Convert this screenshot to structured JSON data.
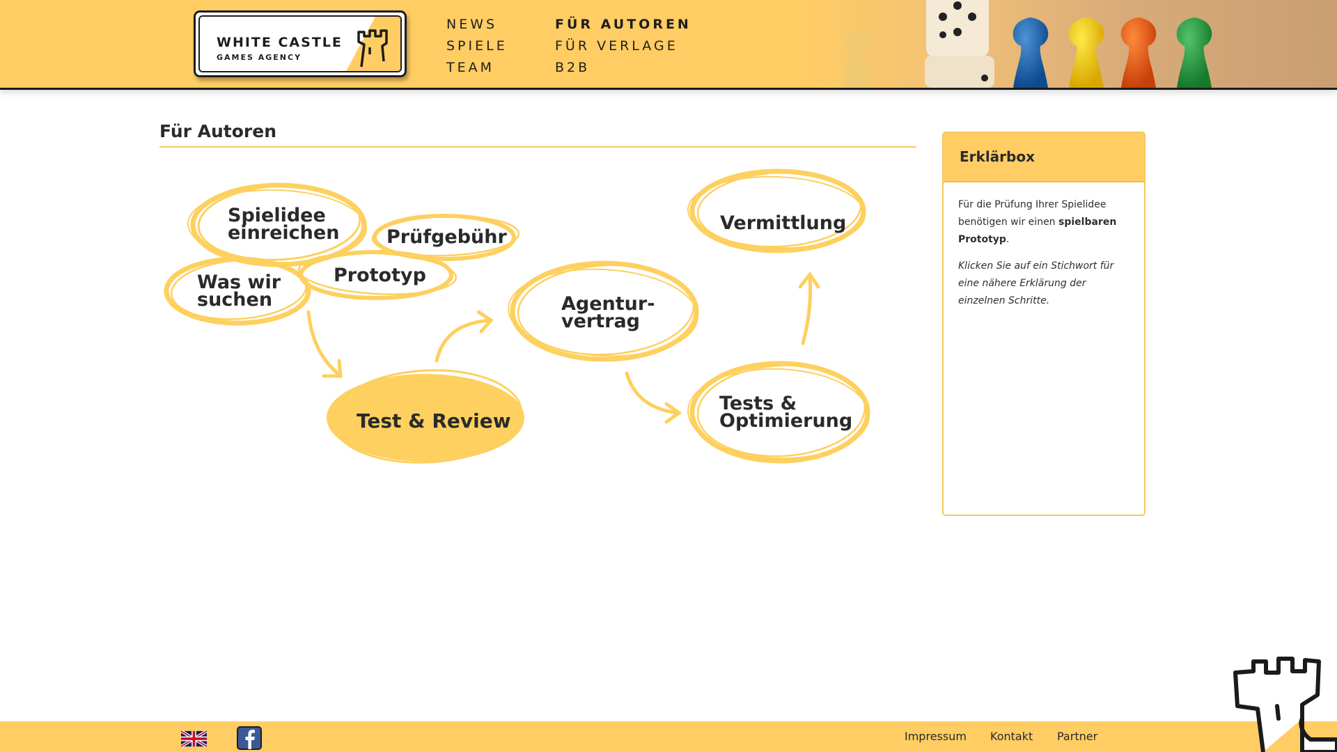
{
  "logo": {
    "line1": "WHITE CASTLE",
    "line2": "GAMES AGENCY"
  },
  "nav": {
    "col1": [
      {
        "label": "NEWS"
      },
      {
        "label": "SPIELE"
      },
      {
        "label": "TEAM"
      }
    ],
    "col2": [
      {
        "label": "FÜR AUTOREN",
        "active": true
      },
      {
        "label": "FÜR VERLAGE"
      },
      {
        "label": "B2B"
      }
    ]
  },
  "page": {
    "title": "Für Autoren"
  },
  "diagram": {
    "steps": {
      "spielidee": "Spielidee\neinreichen",
      "pruefgebuehr": "Prüfgebühr",
      "was_wir_suchen": "Was wir\nsuchen",
      "prototyp": "Prototyp",
      "test_review": "Test & Review",
      "agenturvertrag": "Agentur-\nvertrag",
      "tests_optimierung": "Tests &\nOptimierung",
      "vermittlung": "Vermittlung"
    }
  },
  "sidebar": {
    "title": "Erklärbox",
    "p1_text": "Für die Prüfung Ihrer Spielidee benötigen wir einen ",
    "p1_bold": "spielbaren Prototyp",
    "p1_end": ".",
    "p2": "Klicken Sie auf ein Stichwort für eine nähere Erklärung der einzelnen Schritte."
  },
  "footer": {
    "language_icon": "uk-flag-icon",
    "social_icon": "facebook-icon",
    "links": {
      "impressum": "Impressum",
      "kontakt": "Kontakt",
      "partner": "Partner"
    }
  },
  "colors": {
    "accent": "#ffcd63",
    "bubble": "#fdd05f",
    "text": "#2a2a2a"
  }
}
